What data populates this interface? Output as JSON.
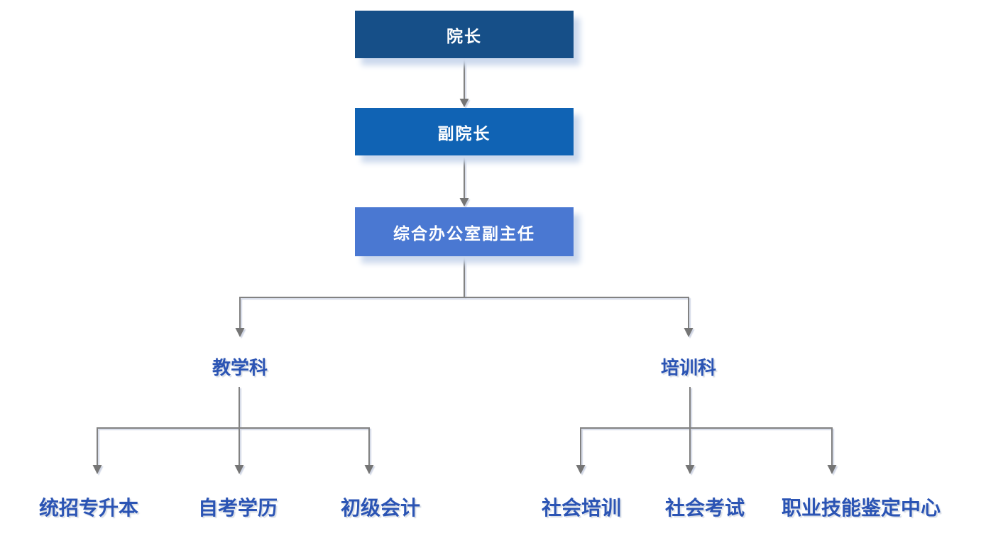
{
  "chart": {
    "type": "org-chart",
    "root": "院长",
    "level2": "副院长",
    "level3": "综合办公室副主任",
    "departments": [
      {
        "name": "教学科",
        "children": [
          "统招专升本",
          "自考学历",
          "初级会计"
        ]
      },
      {
        "name": "培训科",
        "children": [
          "社会培训",
          "社会考试",
          "职业技能鉴定中心"
        ]
      }
    ]
  },
  "colors": {
    "background": "#ffffff",
    "node_level1_bg": "#164f88",
    "node_level2_bg": "#1063b4",
    "node_level3_bg": "#4a78d2",
    "node_text": "#ffffff",
    "branch_label_text": "#2b54b4",
    "connector_line": "#828282",
    "arrowhead": "#757575",
    "box_shadow": "#ccd9ed"
  }
}
